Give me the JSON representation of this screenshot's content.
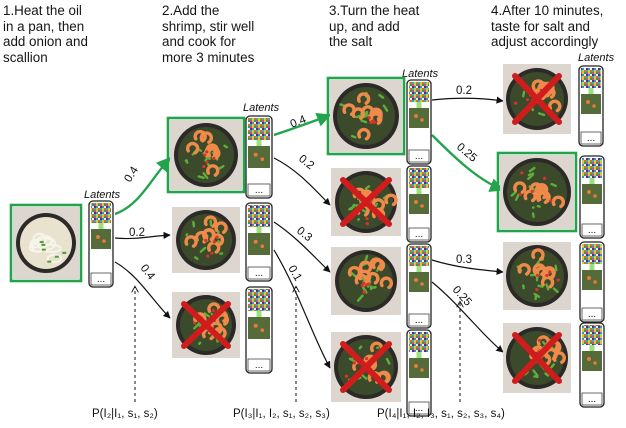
{
  "steps": [
    {
      "id": "1",
      "lines": [
        "1.Heat the oil",
        "in a pan, then",
        "add onion and",
        "scallion"
      ]
    },
    {
      "id": "2",
      "lines": [
        "2.Add the",
        "shrimp, stir well",
        "and cook for",
        "more 3 minutes"
      ]
    },
    {
      "id": "3",
      "lines": [
        "3.Turn the heat",
        "up, and add",
        "the salt"
      ]
    },
    {
      "id": "4",
      "lines": [
        "4.After 10 minutes,",
        "taste for salt and",
        "adjust accordingly"
      ]
    }
  ],
  "latents_labels": {
    "step1": "Latents",
    "step2": "Latents",
    "step3": "Latents",
    "step4": "Latents"
  },
  "edge_weights": {
    "s1_to_top": "0.4",
    "s1_to_mid": "0.2",
    "s1_to_bot": "0.4",
    "s2a_to_top": "0.4",
    "s2a_to_reject": "0.2",
    "s2b_to_s3": "0.3",
    "s2b_to_bot": "0.1",
    "s3a_to_reject": "0.2",
    "s3a_to_good": "0.25",
    "s3c_to_s4": "0.3",
    "s3c_to_bot": "0.25"
  },
  "latent_dots": "...",
  "probabilities": {
    "p2": "P(I₂|I₁, s₁, s₂)",
    "p3": "P(I₃|I₁, I₂, s₁, s₂, s₃)",
    "p4": "P(I₄|I₁, I₂, I₃, s₁, s₂, s₃, s₄)"
  },
  "colors": {
    "selected": "#23a34b",
    "reject": "#d01c1c",
    "pan": "#2c2a28",
    "latent_green": "#9ce07a"
  },
  "icons": {
    "pan_image": "skillet-with-shrimp-and-greens",
    "reject_mark": "red-x-mark",
    "latent_strip": "noise-to-image-latent-column"
  },
  "images": {
    "step1": {
      "selected": true
    },
    "step2_top": {
      "selected": true
    },
    "step2_mid": {},
    "step2_bot": {
      "rejected": true
    },
    "step3_top": {
      "selected": true
    },
    "step3_reject": {
      "rejected": true
    },
    "step3_mid": {},
    "step3_bot": {
      "rejected": true
    },
    "step4_top": {
      "rejected": true
    },
    "step4_good": {
      "selected": true
    },
    "step4_mid": {},
    "step4_bot": {
      "rejected": true
    }
  }
}
